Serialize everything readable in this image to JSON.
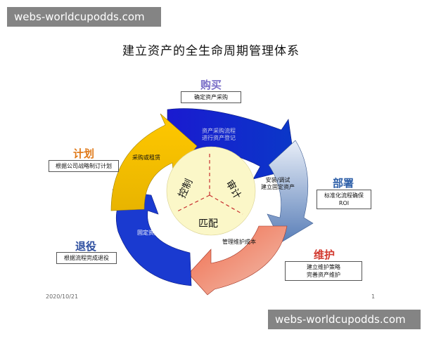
{
  "watermark": {
    "top": "webs-worldcupodds.com",
    "bottom": "webs-worldcupodds.com"
  },
  "title": "建立资产的全生命周期管理体系",
  "stages": {
    "purchase": {
      "label": "购买",
      "lines": [
        "确定资产采购"
      ],
      "color": "#7b6fc8"
    },
    "deploy": {
      "label": "部署",
      "lines": [
        "标准化流程确保",
        "ROI"
      ],
      "color": "#2e5fa8"
    },
    "maintain": {
      "label": "维护",
      "lines": [
        "建立维护策略",
        "完善资产维护"
      ],
      "color": "#d23a30"
    },
    "retire": {
      "label": "退役",
      "lines": [
        "根据流程完成退役"
      ],
      "color": "#2e4fa0"
    },
    "plan": {
      "label": "计划",
      "lines": [
        "根据公司战略制订计划"
      ],
      "color": "#e07a1a"
    }
  },
  "arrows": {
    "blue_top": [
      "资产采购流程",
      "进行资产登记"
    ],
    "gold_left": [
      "采购或租赁"
    ],
    "steel_right": [
      "安装/调试",
      "建立固定资产"
    ],
    "red_bottom": [
      "管理维护成本"
    ],
    "blue_left": [
      "固定资产处置"
    ]
  },
  "center": {
    "top_right": "审计",
    "left": "控制",
    "bottom": "匹配"
  },
  "footer": {
    "date": "2020/10/21",
    "page": "1"
  }
}
